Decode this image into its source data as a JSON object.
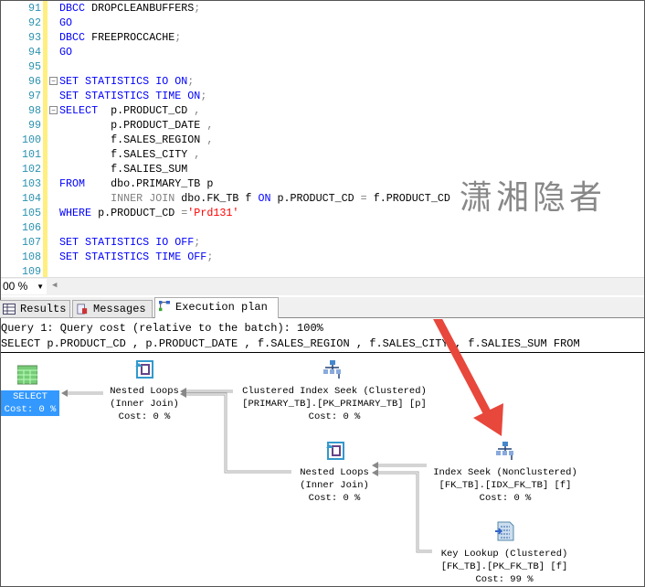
{
  "editor": {
    "lines": [
      {
        "n": "91",
        "fold": "",
        "seg": [
          [
            "kw",
            "DBCC "
          ],
          [
            "tx",
            "DROPCLEANBUFFERS"
          ],
          [
            "gr",
            ";"
          ]
        ]
      },
      {
        "n": "92",
        "fold": "",
        "seg": [
          [
            "kw",
            "GO"
          ]
        ]
      },
      {
        "n": "93",
        "fold": "",
        "seg": [
          [
            "kw",
            "DBCC "
          ],
          [
            "tx",
            "FREEPROCCACHE"
          ],
          [
            "gr",
            ";"
          ]
        ]
      },
      {
        "n": "94",
        "fold": "",
        "seg": [
          [
            "kw",
            "GO"
          ]
        ]
      },
      {
        "n": "95",
        "fold": "",
        "seg": []
      },
      {
        "n": "96",
        "fold": "−",
        "seg": [
          [
            "kw",
            "SET STATISTICS IO ON"
          ],
          [
            "gr",
            ";"
          ]
        ]
      },
      {
        "n": "97",
        "fold": "",
        "seg": [
          [
            "kw",
            "SET STATISTICS TIME ON"
          ],
          [
            "gr",
            ";"
          ]
        ]
      },
      {
        "n": "98",
        "fold": "−",
        "seg": [
          [
            "kw",
            "SELECT  "
          ],
          [
            "tx",
            "p.PRODUCT_CD "
          ],
          [
            "gr",
            ","
          ]
        ]
      },
      {
        "n": "99",
        "fold": "",
        "seg": [
          [
            "tx",
            "        p.PRODUCT_DATE "
          ],
          [
            "gr",
            ","
          ]
        ]
      },
      {
        "n": "100",
        "fold": "",
        "seg": [
          [
            "tx",
            "        f.SALES_REGION "
          ],
          [
            "gr",
            ","
          ]
        ]
      },
      {
        "n": "101",
        "fold": "",
        "seg": [
          [
            "tx",
            "        f.SALES_CITY "
          ],
          [
            "gr",
            ","
          ]
        ]
      },
      {
        "n": "102",
        "fold": "",
        "seg": [
          [
            "tx",
            "        f.SALIES_SUM"
          ]
        ]
      },
      {
        "n": "103",
        "fold": "",
        "seg": [
          [
            "kw",
            "FROM    "
          ],
          [
            "tx",
            "dbo.PRIMARY_TB p"
          ]
        ]
      },
      {
        "n": "104",
        "fold": "",
        "seg": [
          [
            "gr",
            "        INNER JOIN "
          ],
          [
            "tx",
            "dbo.FK_TB f "
          ],
          [
            "kw",
            "ON "
          ],
          [
            "tx",
            "p.PRODUCT_CD "
          ],
          [
            "gr",
            "= "
          ],
          [
            "tx",
            "f.PRODUCT_CD"
          ]
        ]
      },
      {
        "n": "105",
        "fold": "",
        "seg": [
          [
            "kw",
            "WHERE "
          ],
          [
            "tx",
            "p.PRODUCT_CD "
          ],
          [
            "gr",
            "="
          ],
          [
            "st",
            "'Prd131'"
          ]
        ]
      },
      {
        "n": "106",
        "fold": "",
        "seg": []
      },
      {
        "n": "107",
        "fold": "",
        "seg": [
          [
            "kw",
            "SET STATISTICS IO OFF"
          ],
          [
            "gr",
            ";"
          ]
        ]
      },
      {
        "n": "108",
        "fold": "",
        "seg": [
          [
            "kw",
            "SET STATISTICS TIME OFF"
          ],
          [
            "gr",
            ";"
          ]
        ]
      },
      {
        "n": "109",
        "fold": "",
        "seg": []
      }
    ],
    "watermark": "潇湘隐者"
  },
  "zoom": "00 %",
  "tabs": [
    {
      "label": "Results"
    },
    {
      "label": "Messages"
    },
    {
      "label": "Execution plan"
    }
  ],
  "plan": {
    "header1": "Query 1: Query cost (relative to the batch): 100%",
    "header2": "SELECT p.PRODUCT_CD , p.PRODUCT_DATE , f.SALES_REGION , f.SALES_CITY , f.SALIES_SUM FROM",
    "nodes": [
      {
        "l1": "SELECT",
        "l2": "Cost: 0 %",
        "l3": ""
      },
      {
        "l1": "Nested Loops",
        "l2": "(Inner Join)",
        "l3": "Cost: 0 %"
      },
      {
        "l1": "Clustered Index Seek (Clustered)",
        "l2": "[PRIMARY_TB].[PK_PRIMARY_TB] [p]",
        "l3": "Cost: 0 %"
      },
      {
        "l1": "Nested Loops",
        "l2": "(Inner Join)",
        "l3": "Cost: 0 %"
      },
      {
        "l1": "Index Seek (NonClustered)",
        "l2": "[FK_TB].[IDX_FK_TB] [f]",
        "l3": "Cost: 0 %"
      },
      {
        "l1": "Key Lookup (Clustered)",
        "l2": "[FK_TB].[PK_FK_TB] [f]",
        "l3": "Cost: 99 %"
      }
    ]
  },
  "colors": {
    "keyword": "#0000ff",
    "string": "#ff0000",
    "lineno": "#2b91af",
    "annotation_arrow": "#e8473c",
    "selected": "#3399ff"
  }
}
